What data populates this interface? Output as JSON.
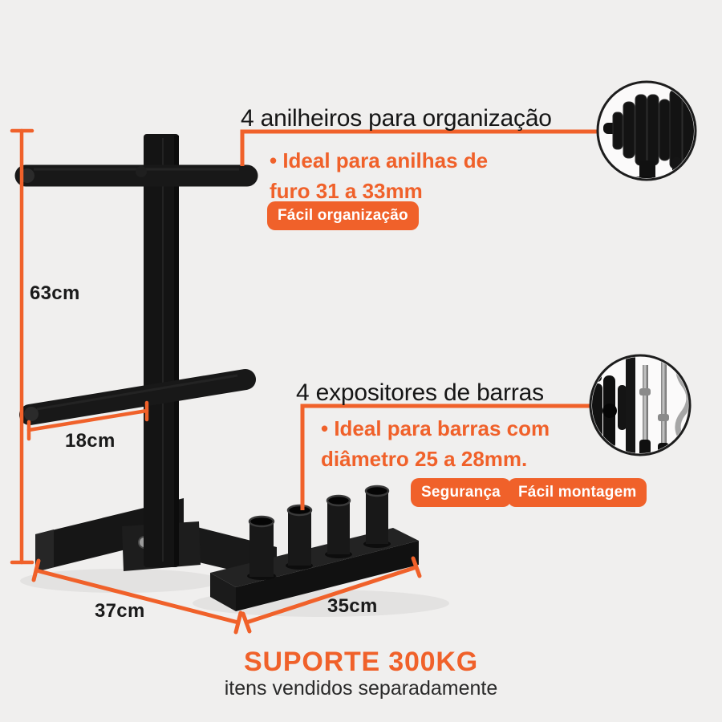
{
  "colors": {
    "accent": "#f0612a",
    "background": "#f0efee",
    "ink": "#161616",
    "rack_black": "#151515"
  },
  "callouts": {
    "plate_holders": {
      "title": "4 anilheiros para organização",
      "bullet_line1": "• Ideal para anilhas de",
      "bullet_line2": "furo 31 a 33mm",
      "badge": "Fácil organização"
    },
    "bar_holders": {
      "title": "4 expositores de barras",
      "bullet_line1": "• Ideal para barras com",
      "bullet_line2": "diâmetro 25 a 28mm.",
      "badge_1": "Segurança",
      "badge_2": "Fácil montagem"
    }
  },
  "measurements": {
    "upright_height": "63cm",
    "plate_arm_length": "18cm",
    "base_depth": "37cm",
    "bar_base_width": "35cm"
  },
  "footer": {
    "capacity": "SUPORTE 300KG",
    "note": "itens vendidos separadamente"
  },
  "insets": {
    "top": "weight-plates-closeup",
    "bottom": "bars-closeup"
  }
}
